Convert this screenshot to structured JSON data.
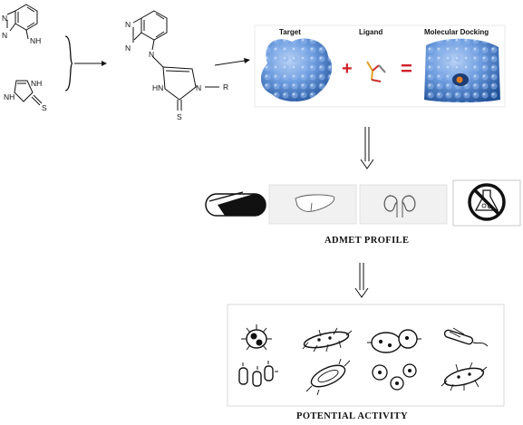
{
  "reactant_1": {
    "atoms": [
      "N",
      "N",
      "NH"
    ]
  },
  "reactant_2": {
    "atoms": [
      "NH",
      "NH",
      "S"
    ]
  },
  "product": {
    "atoms": [
      "N",
      "N",
      "N",
      "HN",
      "N",
      "R",
      "S"
    ]
  },
  "docking": {
    "target_label": "Target",
    "ligand_label": "Ligand",
    "result_label": "Molecular Docking",
    "plus_symbol": "+",
    "equals_symbol": "="
  },
  "admet": {
    "title": "ADMET PROFILE",
    "icons": [
      "capsule-icon",
      "liver-icon",
      "kidney-icon",
      "no-toxicity-flask-icon"
    ]
  },
  "activity": {
    "title": "POTENTIAL ACTIVITY",
    "icons": [
      "bacterium-icon",
      "bacillus-icon",
      "diplococcus-icon",
      "spirillum-icon",
      "rods-icon",
      "bacillus-cell-icon",
      "cocci-icon",
      "flagellated-rod-icon"
    ]
  },
  "colors": {
    "protein": "#6f9ee0",
    "protein_dark": "#2c5ea8",
    "plus": "#d0202a",
    "ligand": "#e0a020",
    "panel_bg": "#f1f1f1"
  }
}
